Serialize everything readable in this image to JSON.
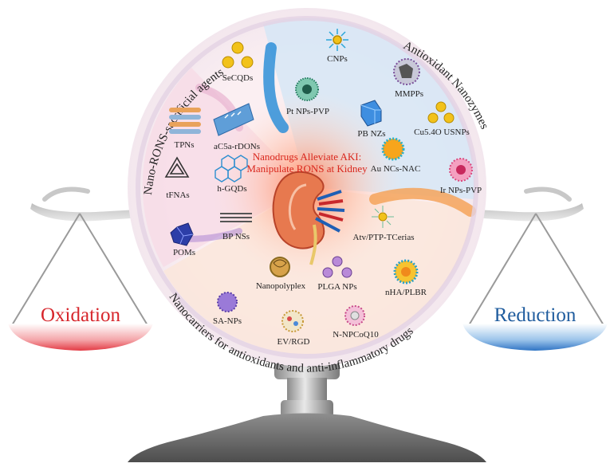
{
  "center": {
    "line1": "Nanodrugs Alleviate AKI:",
    "line2": "Manipulate RONS at Kidney"
  },
  "pans": {
    "left": "Oxidation",
    "right": "Reduction"
  },
  "arc_titles": {
    "top_left": "Nano-RONS-sacrificial agents",
    "top_right": "Antioxidant Nanozymes",
    "bottom": "Nanocarriers for antioxidants and anti-inflammatory drugs"
  },
  "sacrificial_agents": [
    "SeCQDs",
    "TPNs",
    "aC5a-rDONs",
    "tFNAs",
    "h-GQDs",
    "BP NSs",
    "POMs"
  ],
  "nanozymes": [
    "CNPs",
    "MMPPs",
    "Pt NPs-PVP",
    "PB NZs",
    "Cu5.4O USNPs",
    "Au NCs-NAC",
    "Ir NPs-PVP"
  ],
  "nanocarriers": [
    "Atv/PTP-TCerias",
    "Nanopolyplex",
    "PLGA NPs",
    "nHA/PLBR",
    "SA-NPs",
    "EV/RGD",
    "N-NPCoQ10"
  ],
  "colors": {
    "oxidation": "#d7262c",
    "reduction": "#1f5c9e",
    "center_text": "#d9261c",
    "left_region": "#f7d9e6",
    "right_region": "#d6e6f6",
    "bottom_region": "#f9e4d6",
    "arc_blue": "#2e8fd8",
    "arc_orange": "#f4a35a",
    "arc_purple": "#b48ed6"
  }
}
